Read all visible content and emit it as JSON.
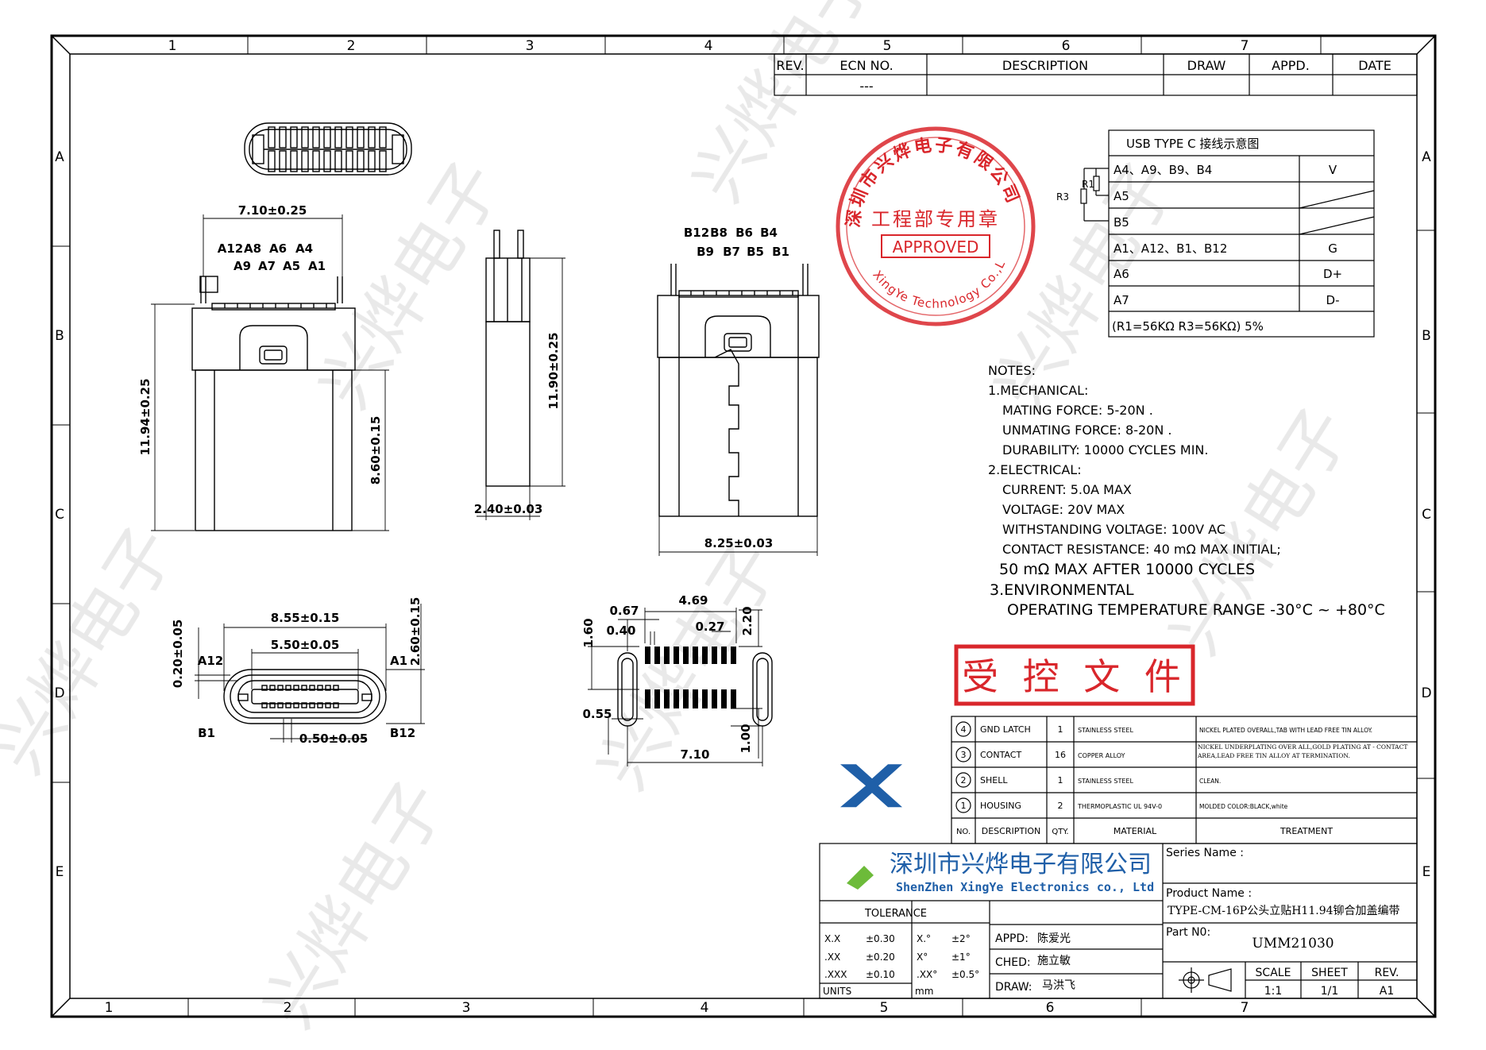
{
  "frame": {
    "col_labels_top": [
      "1",
      "2",
      "3",
      "4",
      "5",
      "6",
      "7"
    ],
    "col_labels_bottom": [
      "1",
      "2",
      "3",
      "4",
      "5",
      "6",
      "7"
    ],
    "row_labels": [
      "A",
      "B",
      "C",
      "D",
      "E"
    ]
  },
  "revision_table": {
    "headers": [
      "REV.",
      "ECN NO.",
      "DESCRIPTION",
      "DRAW",
      "APPD.",
      "DATE"
    ],
    "row": [
      "",
      "---",
      "",
      "",
      "",
      ""
    ]
  },
  "stamp": {
    "ring_text": "深圳市兴烨电子有限公司",
    "ring_text_en": "XingYe Technology Co.,Ltd",
    "center_text": "工程部专用章",
    "approved": "APPROVED",
    "color": "#d9262b"
  },
  "controlled_stamp": {
    "text": "受 控 文 件",
    "color": "#d9262b"
  },
  "wiring_table": {
    "title": "USB TYPE C 接线示意图",
    "rows": [
      {
        "pins": "A4、A9、B9、B4",
        "signal": "V"
      },
      {
        "pins": "A5",
        "signal": ""
      },
      {
        "pins": "B5",
        "signal": ""
      },
      {
        "pins": "A1、A12、B1、B12",
        "signal": "G"
      },
      {
        "pins": "A6",
        "signal": "D+"
      },
      {
        "pins": "A7",
        "signal": "D-"
      }
    ],
    "footer": "(R1=56KΩ  R3=56KΩ) 5%",
    "r1_label": "R1",
    "r3_label": "R3"
  },
  "notes": {
    "lines": [
      "NOTES:",
      "1.MECHANICAL:",
      "MATING FORCE: 5-20N .",
      "UNMATING FORCE: 8-20N .",
      "DURABILITY: 10000 CYCLES MIN.",
      "2.ELECTRICAL:",
      "CURRENT: 5.0A MAX",
      "VOLTAGE:  20V MAX",
      "WITHSTANDING VOLTAGE: 100V AC",
      "CONTACT RESISTANCE: 40 mΩ  MAX INITIAL;",
      "50 mΩ  MAX AFTER 10000 CYCLES",
      "3.ENVIRONMENTAL",
      "OPERATING TEMPERATURE RANGE -30°C ~ +80°C"
    ]
  },
  "dimensions": {
    "front_width": "7.10±0.25",
    "front_height": "11.94±0.25",
    "front_body_height": "8.60±0.15",
    "front_pins_top": [
      "A12",
      "A8",
      "A6",
      "A4"
    ],
    "front_pins_bottom": [
      "A9",
      "A7",
      "A5",
      "A1"
    ],
    "side_height": "11.90±0.25",
    "side_thickness": "2.40±0.03",
    "rear_pins_top": [
      "B12",
      "B8",
      "B6",
      "B4"
    ],
    "rear_pins_bottom": [
      "B9",
      "B7",
      "B5",
      "B1"
    ],
    "rear_width": "8.25±0.03",
    "end_outer_width": "8.55±0.15",
    "end_inner_width": "5.50±0.05",
    "end_gap": "0.20±0.05",
    "end_height": "2.60±0.15",
    "end_pitch": "0.50±0.05",
    "end_label_a12": "A12",
    "end_label_a1": "A1",
    "end_label_b1": "B1",
    "end_label_b12": "B12",
    "pcb_d1": "0.67",
    "pcb_d2": "4.69",
    "pcb_d3": "0.40",
    "pcb_d4": "0.27",
    "pcb_d5": "2.20",
    "pcb_d6": "1.60",
    "pcb_d7": "0.55",
    "pcb_d8": "1.00",
    "pcb_d9": "7.10"
  },
  "bom": {
    "rows": [
      {
        "no": "4",
        "desc": "GND LATCH",
        "qty": "1",
        "material": "STAINLESS STEEL",
        "treatment": "NICKEL PLATED OVERALL,TAB WITH LEAD FREE TIN ALLOY."
      },
      {
        "no": "3",
        "desc": "CONTACT",
        "qty": "16",
        "material": "COPPER ALLOY",
        "treatment": "NICKEL UNDERPLATING OVER ALL,GOLD PLATING AT - CONTACT AREA,LEAD FREE TIN ALLOY AT TERMINATION."
      },
      {
        "no": "2",
        "desc": "SHELL",
        "qty": "1",
        "material": "STAINLESS STEEL",
        "treatment": "CLEAN."
      },
      {
        "no": "1",
        "desc": "HOUSING",
        "qty": "2",
        "material": "THERMOPLASTIC UL 94V-0",
        "treatment": "MOLDED COLOR:BLACK,white"
      }
    ],
    "headers": {
      "no": "NO.",
      "desc": "DESCRIPTION",
      "qty": "QTY.",
      "material": "MATERIAL",
      "treatment": "TREATMENT"
    }
  },
  "title_block": {
    "company_cn": "深圳市兴烨电子有限公司",
    "company_en": "ShenZhen XingYe Electronics co., Ltd",
    "logo_colors": [
      "#1f5fa8",
      "#6dbb3a"
    ],
    "series_label": "Series Name :",
    "product_label": "Product Name :",
    "product_name": "TYPE-CM-16P公头立贴H11.94铆合加盖编带",
    "part_label": "Part N0:",
    "part_no": "UMM21030",
    "tolerance_title": "TOLERANCE",
    "tolerances": [
      {
        "a": "X.X",
        "b": "±0.30",
        "c": "X.°",
        "d": "±2°"
      },
      {
        "a": ".XX",
        "b": "±0.20",
        "c": "X°",
        "d": "±1°"
      },
      {
        "a": ".XXX",
        "b": "±0.10",
        "c": ".XX°",
        "d": "±0.5°"
      }
    ],
    "units_label": "UNITS",
    "units_value": "mm",
    "appd_label": "APPD:",
    "appd_value": "陈爱光",
    "ched_label": "CHED:",
    "ched_value": "施立敏",
    "draw_label": "DRAW:",
    "draw_value": "马洪飞",
    "scale_label": "SCALE",
    "scale_value": "1:1",
    "sheet_label": "SHEET",
    "sheet_value": "1/1",
    "rev_label": "REV.",
    "rev_value": "A1"
  },
  "watermark": "兴烨电子"
}
